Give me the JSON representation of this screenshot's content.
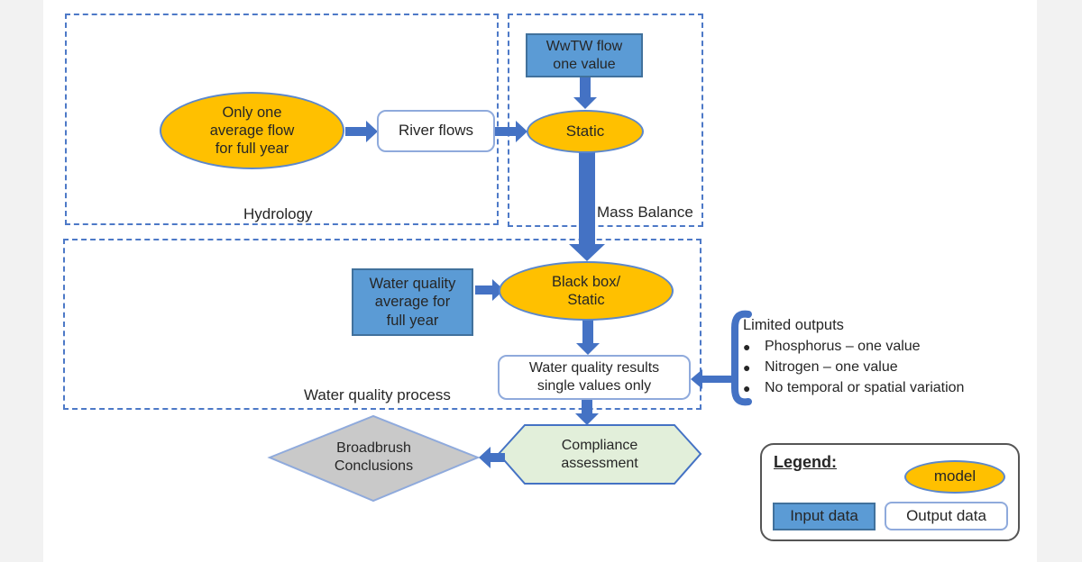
{
  "diagram": {
    "regions": {
      "hydrology": "Hydrology",
      "mass_balance": "Mass Balance",
      "water_quality_process": "Water quality process"
    },
    "nodes": {
      "avg_flow": "Only one\naverage flow\nfor full year",
      "river_flows": "River flows",
      "wwtw_flow": "WwTW flow\none value",
      "static_model": "Static",
      "wq_average": "Water quality\naverage for\nfull year",
      "black_box": "Black box/\nStatic",
      "wq_results": "Water quality results\nsingle values only",
      "compliance": "Compliance\nassessment",
      "broadbrush": "Broadbrush\nConclusions"
    },
    "limited_outputs": {
      "title": "Limited outputs",
      "bullets": [
        "Phosphorus – one value",
        "Nitrogen – one value",
        "No temporal or spatial variation"
      ]
    },
    "legend": {
      "title": "Legend:",
      "model_label": "model",
      "input_label": "Input data",
      "output_label": "Output data"
    },
    "colors": {
      "model_fill": "#FFC000",
      "input_fill": "#5B9BD5",
      "output_border": "#8FAADC",
      "arrow": "#4472C4",
      "hexagon_fill": "#E2EFDA",
      "diamond_fill": "#C9C9C9",
      "region_border": "#4D79C7",
      "side_bar": "#F2F2F2"
    }
  }
}
